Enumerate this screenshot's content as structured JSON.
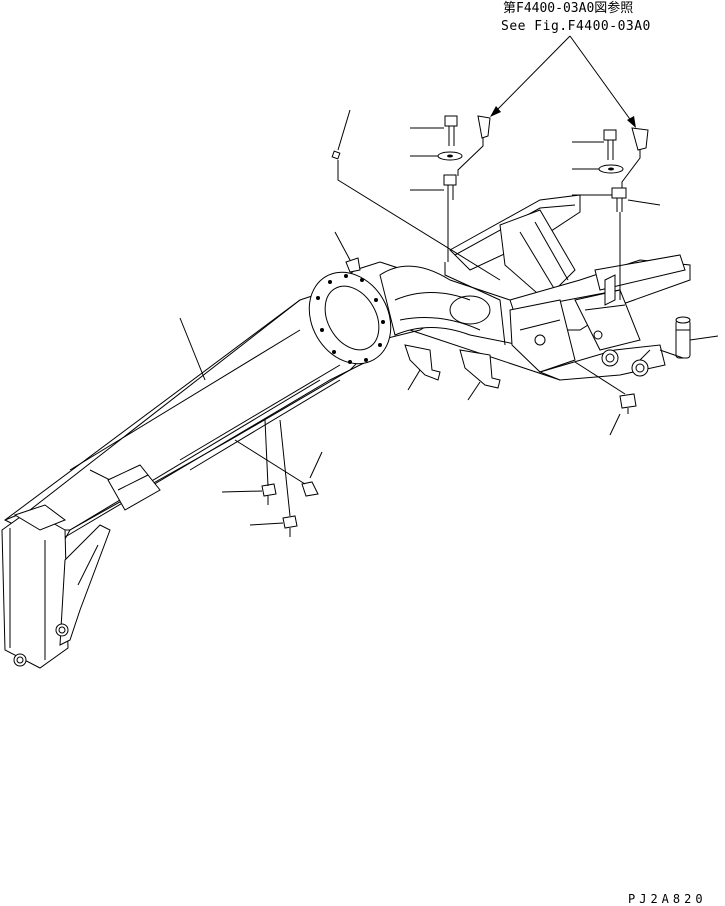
{
  "reference_note": {
    "japanese": "第F4400-03A0図参照",
    "english": "See Fig.F4400-03A0"
  },
  "drawing_code": "PJ2A820"
}
